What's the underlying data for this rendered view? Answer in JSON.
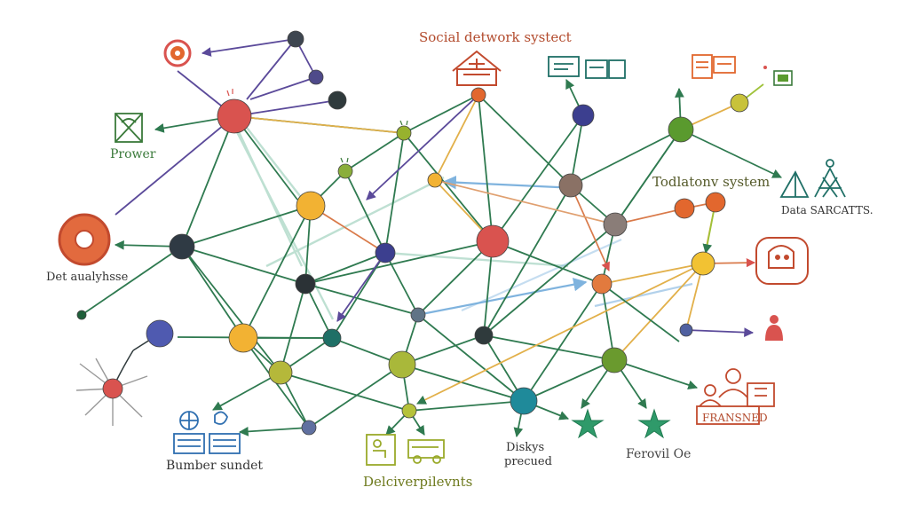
{
  "labels": {
    "title": "Social detwork systect",
    "power": "Prower",
    "det": "Det aualyhsse",
    "tod": "Todlatonv system",
    "data": "Data SARCATTS.",
    "bumber": "Bumber sundet",
    "deliv": "Delciverpilevnts",
    "disk1": "Diskys",
    "disk2": "precued",
    "ferov": "Ferovil Oe",
    "fran": "FRANSNED"
  },
  "colors": {
    "red": "#d9534f",
    "orange": "#e2672e",
    "yellow": "#f2b233",
    "green": "#3f8f2f",
    "olive": "#97b22e",
    "navy": "#3c3f8f",
    "dark": "#2f3a3c",
    "teal": "#1f6f66",
    "taupe": "#8a7165",
    "edge_green": "#2f7a50",
    "edge_blue": "#7fb3de"
  },
  "icons": [
    "target-icon",
    "house-icon",
    "monitor-icon",
    "document-icon",
    "image-icon",
    "box-icon",
    "tent-icon",
    "ring-icon",
    "sun-icon",
    "cube-icon",
    "person-icon",
    "group-icon",
    "star-icon"
  ]
}
